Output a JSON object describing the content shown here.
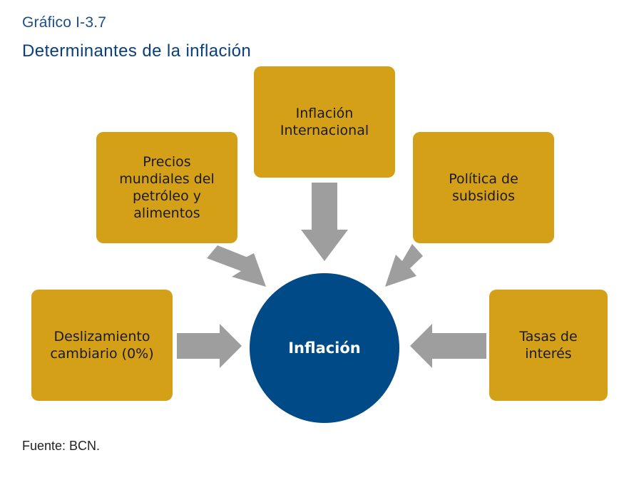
{
  "figure": {
    "label": "Gráfico I-3.7",
    "title": "Determinantes de la inflación",
    "source": "Fuente: BCN."
  },
  "diagram": {
    "center": "Inflación",
    "determinants": {
      "precios": "Precios\nmundiales del\npetróleo y\nalimentos",
      "internacional": "Inflación\nInternacional",
      "subsidios": "Política de\nsubsidios",
      "deslizamiento": "Deslizamiento\ncambiario (0%)",
      "tasas": "Tasas de\ninterés"
    }
  },
  "colors": {
    "box": "#d4a017",
    "center": "#004a87",
    "arrow": "#9e9e9e",
    "title": "#0a3f7d"
  }
}
